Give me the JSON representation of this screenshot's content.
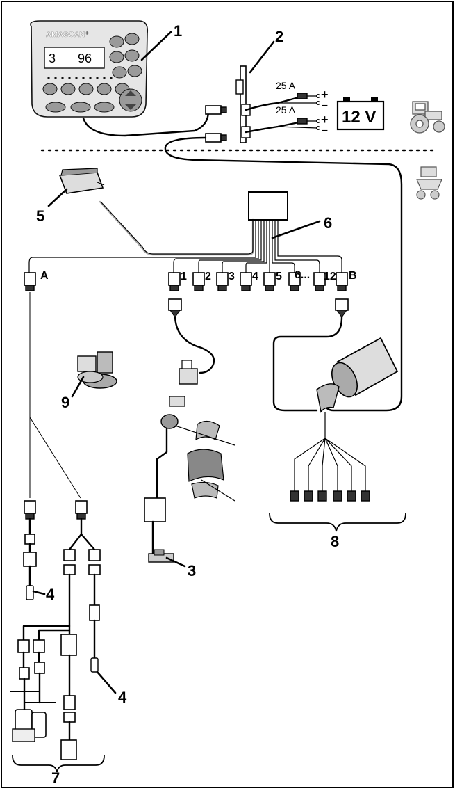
{
  "callouts": [
    "1",
    "2",
    "3",
    "4",
    "4",
    "5",
    "6",
    "7",
    "8",
    "9"
  ],
  "ports": {
    "a": "A",
    "b": "B",
    "numbers": [
      "1",
      "2",
      "3",
      "4",
      "5",
      "6...",
      "12"
    ]
  },
  "terminal": {
    "brand": "AMASCAN⁺",
    "display_left": "3",
    "display_right": "96"
  },
  "power": {
    "fuse_top": "25 A",
    "fuse_bottom": "25 A",
    "plus": "+",
    "minus": "–",
    "battery": "12 V"
  }
}
